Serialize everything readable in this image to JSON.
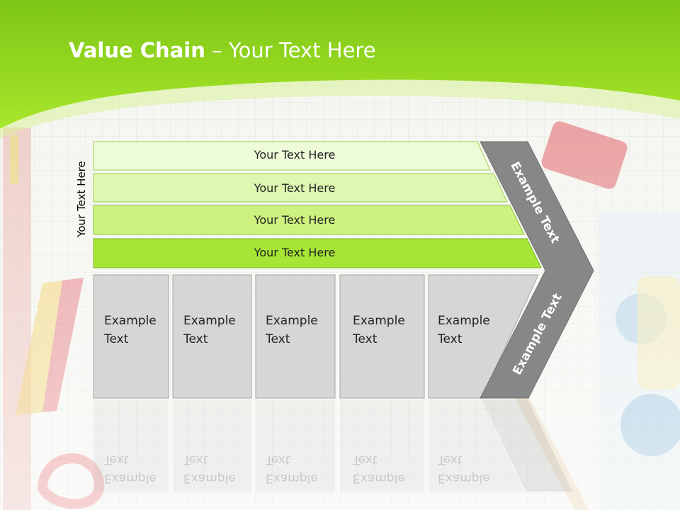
{
  "title": {
    "bold": "Value Chain",
    "rest": " – Your Text Here"
  },
  "side_label": "Your Text Here",
  "bars": [
    "Your Text Here",
    "Your Text Here",
    "Your Text Here",
    "Your Text Here"
  ],
  "boxes": [
    {
      "line1": "Example",
      "line2": "Text"
    },
    {
      "line1": "Example",
      "line2": "Text"
    },
    {
      "line1": "Example",
      "line2": "Text"
    },
    {
      "line1": "Example",
      "line2": "Text"
    },
    {
      "line1": "Example",
      "line2": "Text"
    }
  ],
  "chevron": {
    "top_label": "Example Text",
    "bottom_label": "Example Text"
  },
  "colors": {
    "header_green": "#8fd61a",
    "bar_1": "#eefbd8",
    "bar_2": "#def7b2",
    "bar_3": "#cdf27f",
    "bar_4": "#a6e535",
    "box_gray": "#d6d6d6",
    "chevron_gray": "#878787"
  }
}
